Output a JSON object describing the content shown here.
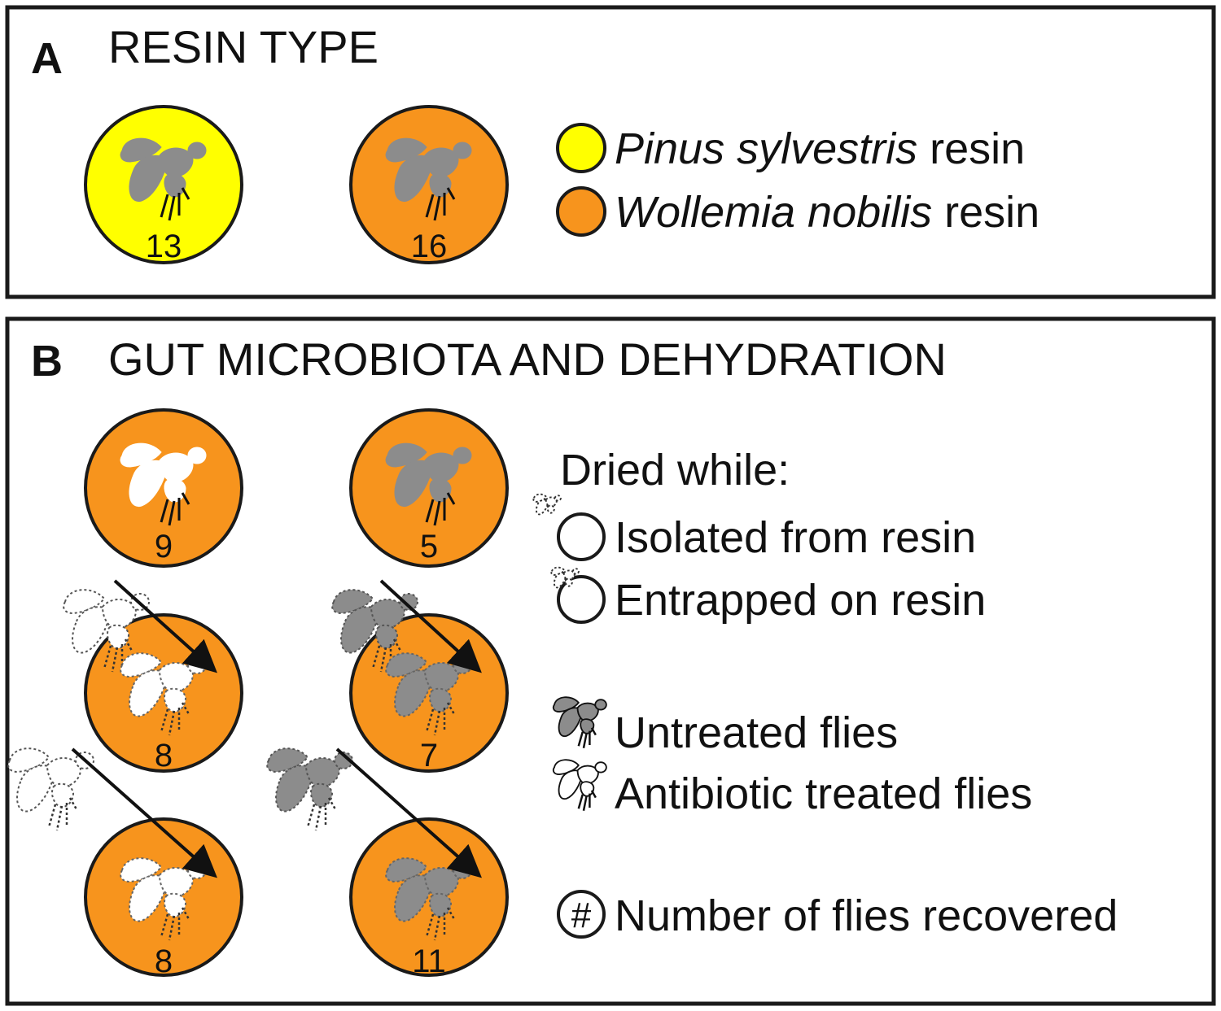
{
  "panel_a": {
    "letter": "A",
    "title": "RESIN TYPE",
    "dishes": [
      {
        "count": "13",
        "resin": "Pinus sylvestris",
        "fly": "untreated",
        "dried": "entrapped"
      },
      {
        "count": "16",
        "resin": "Wollemia nobilis",
        "fly": "untreated",
        "dried": "entrapped"
      }
    ],
    "legend": [
      {
        "species": "Pinus sylvestris",
        "suffix": " resin",
        "color": "#ffff00"
      },
      {
        "species": "Wollemia nobilis",
        "suffix": " resin",
        "color": "#f7941d"
      }
    ]
  },
  "panel_b": {
    "letter": "B",
    "title": "GUT MICROBIOTA AND DEHYDRATION",
    "dishes": [
      {
        "count": "9",
        "fly": "antibiotic",
        "dried": "entrapped"
      },
      {
        "count": "5",
        "fly": "untreated",
        "dried": "entrapped"
      },
      {
        "count": "8",
        "fly": "antibiotic",
        "dried": "isolated"
      },
      {
        "count": "7",
        "fly": "untreated",
        "dried": "isolated"
      },
      {
        "count": "8",
        "fly": "antibiotic",
        "dried": "isolated"
      },
      {
        "count": "11",
        "fly": "untreated",
        "dried": "isolated"
      }
    ],
    "legend": {
      "dried_heading": "Dried while:",
      "isolated": "Isolated from resin",
      "entrapped": "Entrapped on resin",
      "untreated": "Untreated flies",
      "antibiotic": "Antibiotic treated flies",
      "number_symbol": "#",
      "number_label": "Number of flies recovered"
    }
  },
  "colors": {
    "pinus": "#ffff00",
    "wollemia": "#f7941d",
    "untreated_fly": "#8c8c8c",
    "antibiotic_fly": "#ffffff",
    "outline": "#1a1a1a"
  }
}
